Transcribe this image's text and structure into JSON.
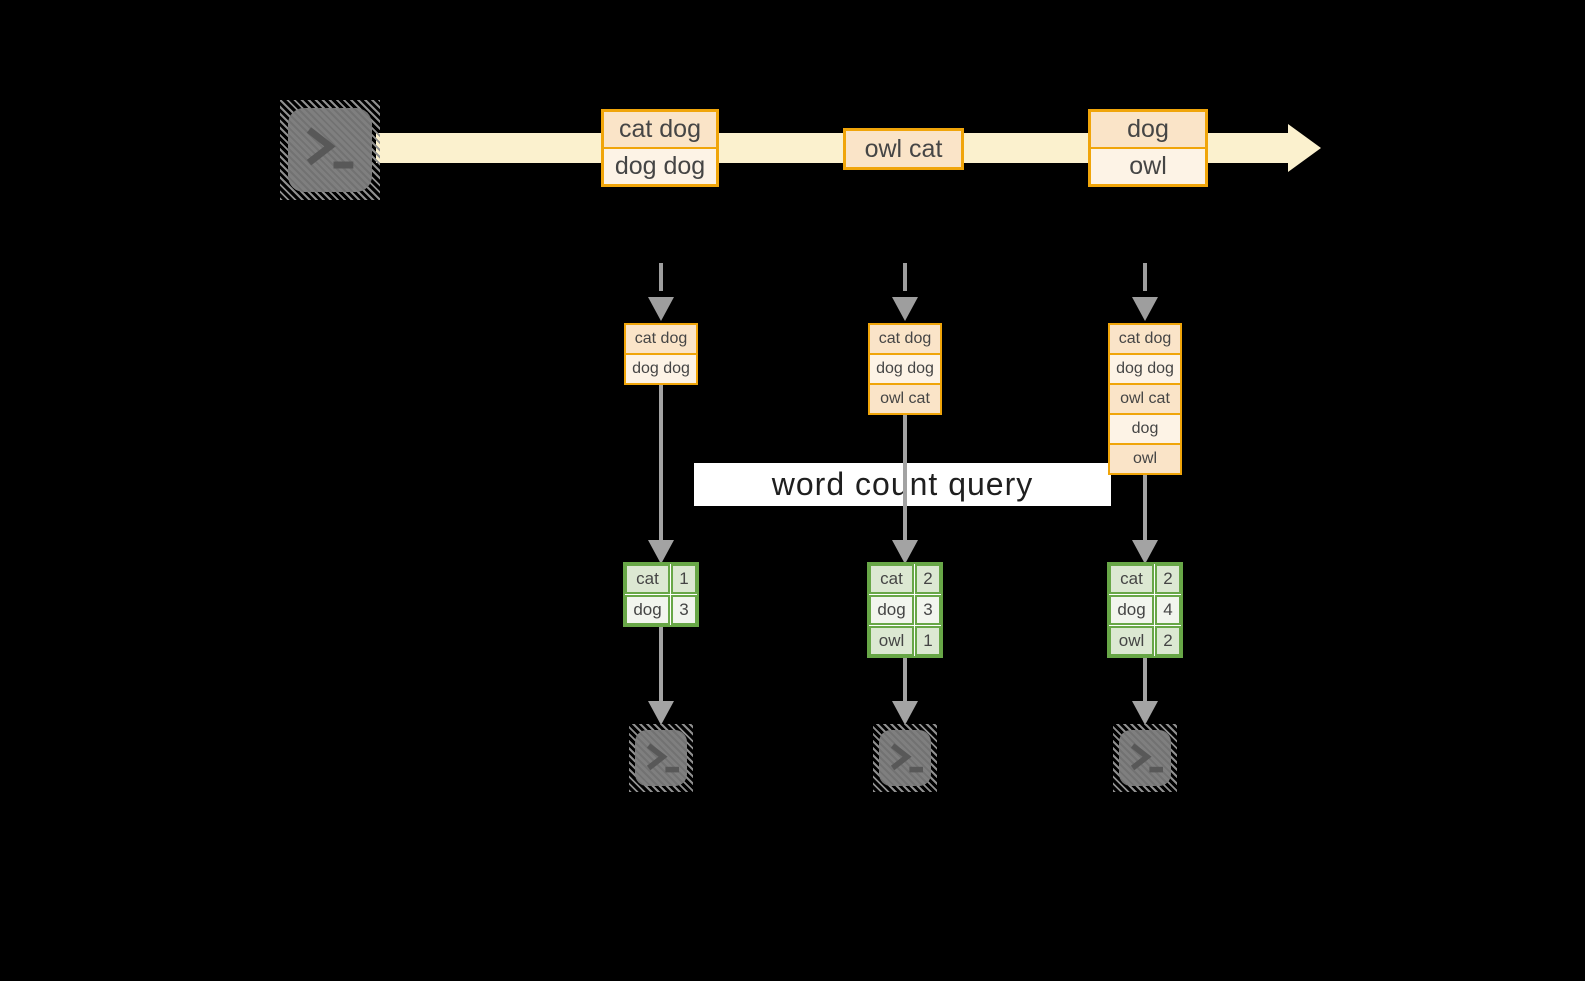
{
  "title": "word count query stream diagram",
  "query": {
    "label": "word count query"
  },
  "stream": {
    "producer_icon": "terminal",
    "messages": [
      {
        "lines": [
          "cat dog",
          "dog dog"
        ]
      },
      {
        "lines": [
          "owl cat"
        ]
      },
      {
        "lines": [
          "dog",
          "owl"
        ]
      }
    ]
  },
  "workers": [
    {
      "log": [
        "cat dog",
        "dog dog"
      ],
      "counts": [
        {
          "word": "cat",
          "count": "1"
        },
        {
          "word": "dog",
          "count": "3"
        }
      ],
      "consumer_icon": "terminal"
    },
    {
      "log": [
        "cat dog",
        "dog dog",
        "owl cat"
      ],
      "counts": [
        {
          "word": "cat",
          "count": "2"
        },
        {
          "word": "dog",
          "count": "3"
        },
        {
          "word": "owl",
          "count": "1"
        }
      ],
      "consumer_icon": "terminal"
    },
    {
      "log": [
        "cat dog",
        "dog dog",
        "owl cat",
        "dog",
        "owl"
      ],
      "counts": [
        {
          "word": "cat",
          "count": "2"
        },
        {
          "word": "dog",
          "count": "4"
        },
        {
          "word": "owl",
          "count": "2"
        }
      ],
      "consumer_icon": "terminal"
    }
  ],
  "colors": {
    "accent_gold": "#F0A50A",
    "peach_dark": "#FAE4C8",
    "peach_light": "#FDF3E6",
    "stream_cream": "#FBF1CE",
    "green_border": "#68A747",
    "green_row_dark": "#DCE8D2",
    "green_row_light": "#F2F5EE",
    "arrow_gray": "#A3A3A3",
    "terminal_gray": "#7F7F7F",
    "background": "#000000"
  }
}
